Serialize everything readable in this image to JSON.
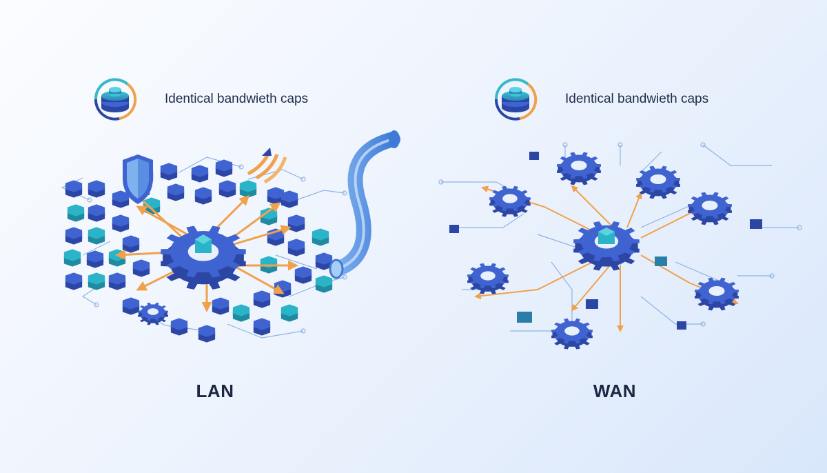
{
  "lan": {
    "caption": "Identical bandwieth caps",
    "label": "LAN",
    "icon": "stacked-disk-icon"
  },
  "wan": {
    "caption": "Identical bandwieth caps",
    "label": "WAN",
    "icon": "stacked-disk-icon"
  },
  "colors": {
    "background": "#eef4fd",
    "navy": "#2c46a6",
    "blue": "#3f63d0",
    "teal": "#2bb3c8",
    "orange": "#f0a14a",
    "text": "#1e2b48"
  }
}
